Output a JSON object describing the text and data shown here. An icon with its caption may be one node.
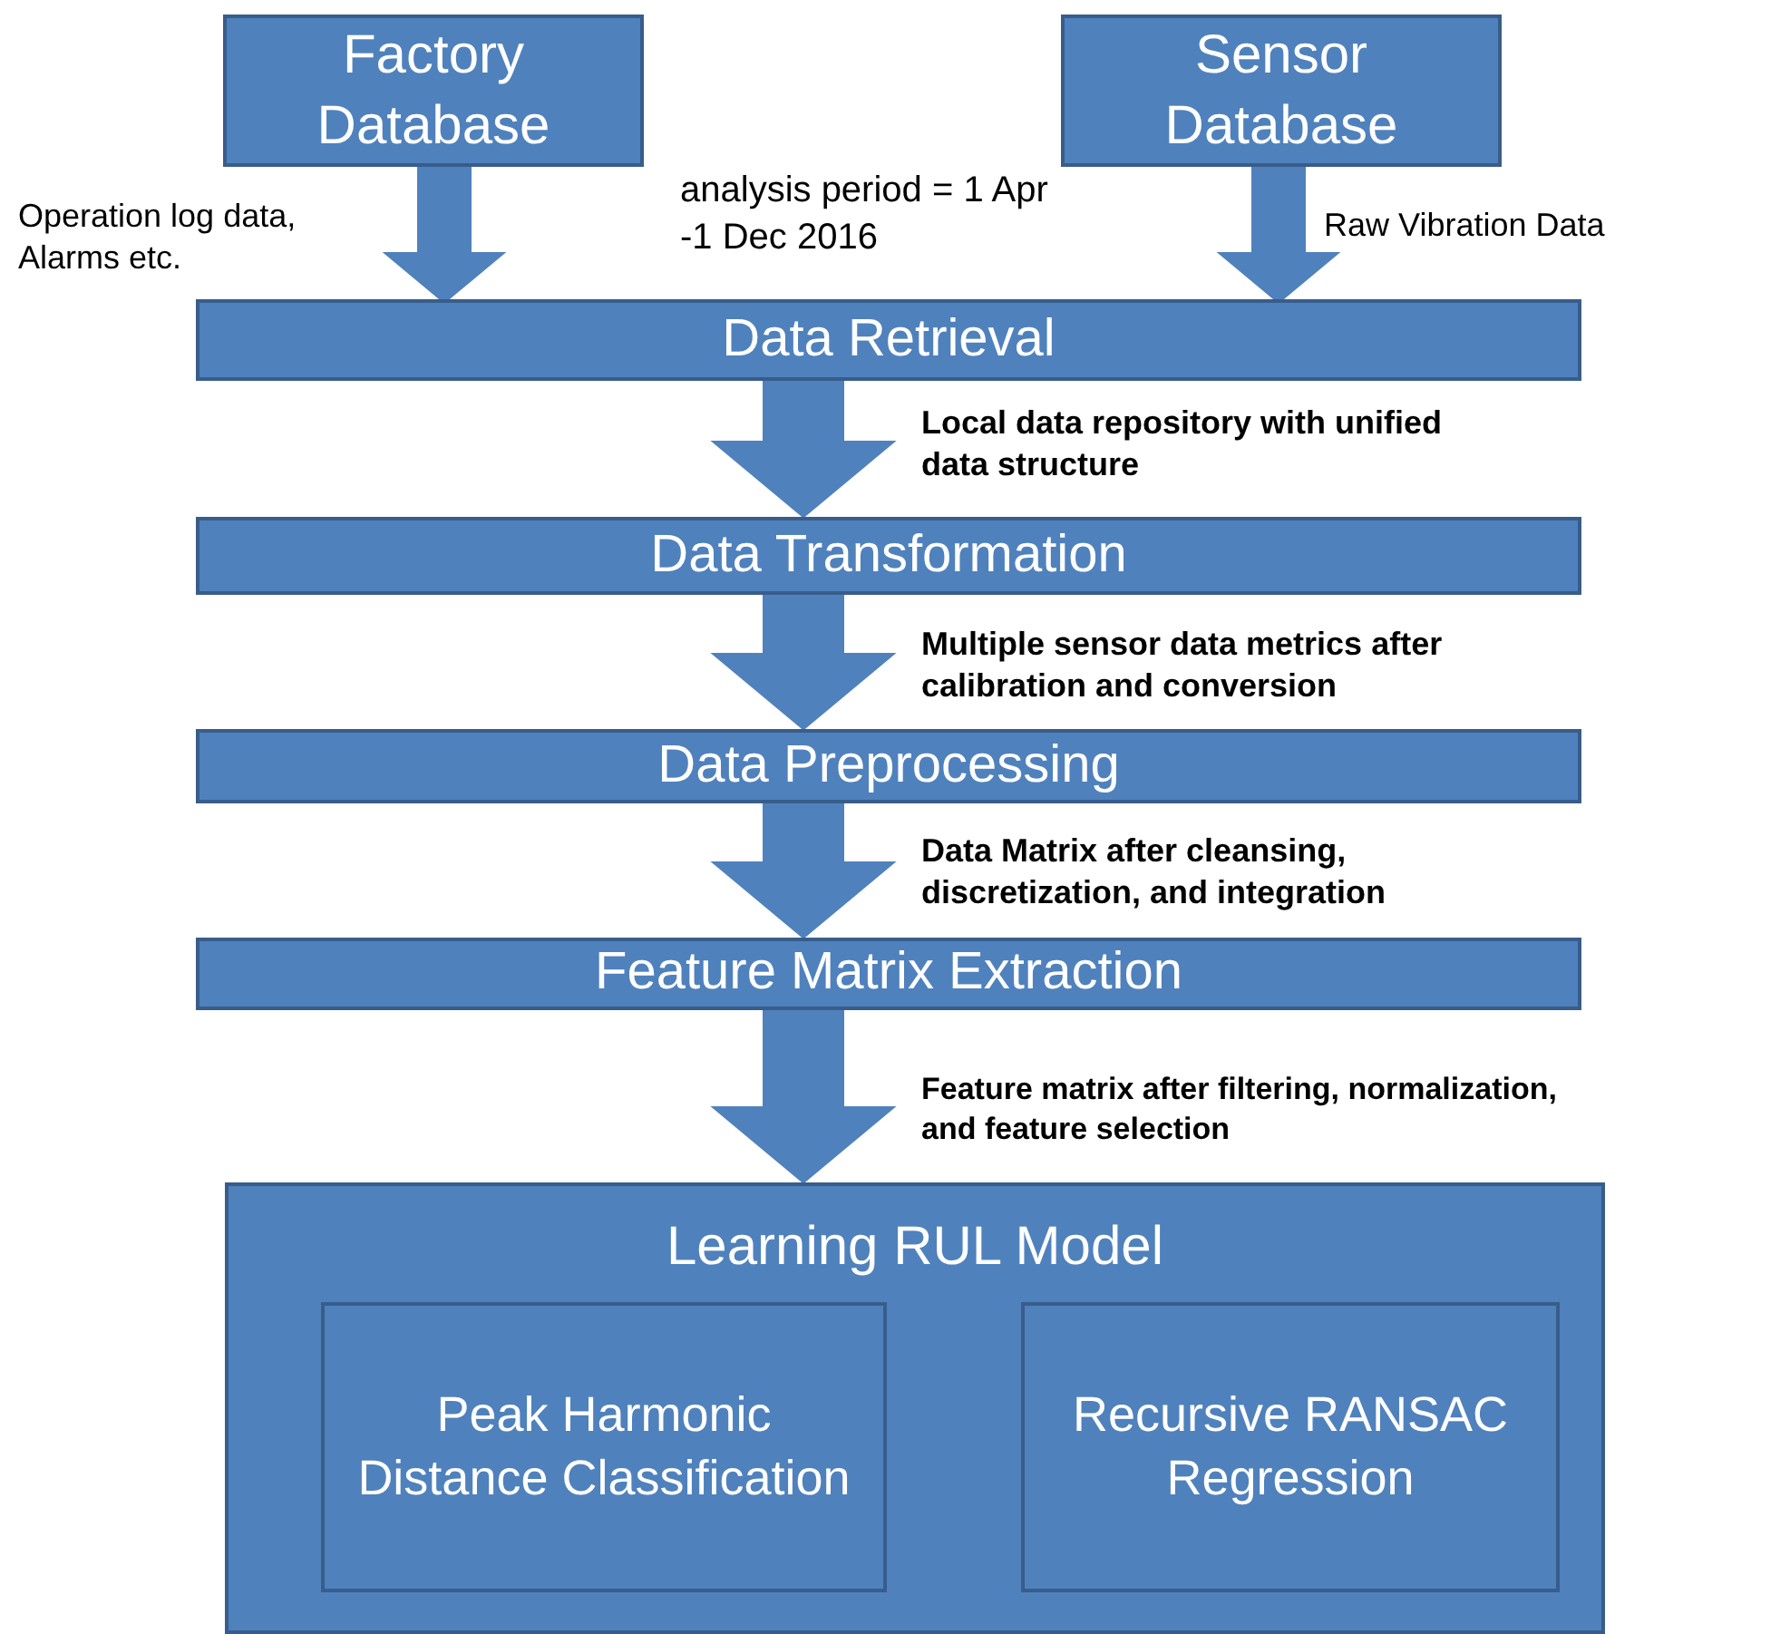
{
  "diagram": {
    "nodes": [
      {
        "text": [
          "Factory Database"
        ]
      },
      {
        "text": [
          "Sensor Database"
        ]
      },
      {
        "text": [
          "Data Retrieval"
        ]
      },
      {
        "text": [
          "Data Transformation"
        ]
      },
      {
        "text": [
          "Data Preprocessing"
        ]
      },
      {
        "text": [
          "Feature Matrix Extraction"
        ]
      },
      {
        "text": [
          "Learning  RUL Model"
        ]
      },
      {
        "text": [
          "Peak Harmonic Distance Classification"
        ],
        "in": 6
      },
      {
        "text": [
          "Recursive RANSAC Regression"
        ],
        "in": 6
      }
    ],
    "edges": [
      {
        "from": 0,
        "to": 2,
        "arrow": "to",
        "label": "Operation log data, Alarms etc."
      },
      {
        "from": 1,
        "to": 2,
        "arrow": "to",
        "label": "Raw Vibration Data"
      },
      {
        "from": 2,
        "to": 3,
        "arrow": "to",
        "label": "Local data repository with unified data structure"
      },
      {
        "from": 3,
        "to": 4,
        "arrow": "to",
        "label": "Multiple sensor data metrics after calibration and conversion"
      },
      {
        "from": 4,
        "to": 5,
        "arrow": "to",
        "label": "Data Matrix after cleansing, discretization, and integration"
      },
      {
        "from": 5,
        "to": 6,
        "arrow": "to",
        "label": "Feature matrix after filtering, normalization, and feature selection"
      }
    ],
    "labels": [
      "analysis period = 1 Apr -1 Dec 2016"
    ]
  }
}
